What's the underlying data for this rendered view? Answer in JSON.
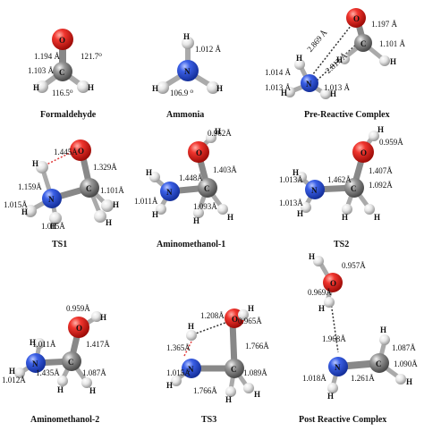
{
  "panels": {
    "formaldehyde": {
      "title": "Formaldehyde",
      "atoms": {
        "o": "O",
        "c": "C",
        "h1": "H",
        "h2": "H"
      },
      "labels": {
        "co": "1.194 Å",
        "ch": "1.103 Å",
        "a1": "121.7⁰",
        "a2": "116.5⁰"
      }
    },
    "ammonia": {
      "title": "Ammonia",
      "atoms": {
        "n": "N",
        "h1": "H",
        "h2": "H",
        "h3": "H"
      },
      "labels": {
        "nh": "1.012 Å",
        "a1": "106.9 ⁰"
      }
    },
    "pre": {
      "title": "Pre-Reactive Complex",
      "atoms": {
        "o": "O",
        "c": "C",
        "n": "N",
        "h1": "H",
        "h2": "H",
        "h3": "H",
        "h4": "H",
        "h5": "H"
      },
      "labels": {
        "d1": "2.869 Å",
        "d2": "2.817 Å",
        "co": "1.197 Å",
        "ch": "1.101 Å",
        "nh1": "1.014 Å",
        "nh2": "1.013 Å",
        "nh3": "1.013 Å"
      }
    },
    "ts1": {
      "title": "TS1",
      "atoms": {
        "o": "O",
        "c": "C",
        "n": "N",
        "h1": "H",
        "h2": "H",
        "h3": "H",
        "h4": "H",
        "h5": "H"
      },
      "labels": {
        "oh": "1.445Å",
        "co": "1.329Å",
        "nh": "1.159Å",
        "ch": "1.101Å",
        "nh2": "1.015Å",
        "nh3": "1.015Å"
      }
    },
    "am1": {
      "title": "Aminomethanol-1",
      "atoms": {
        "o": "O",
        "c": "C",
        "n": "N",
        "h1": "H",
        "h2": "H",
        "h3": "H",
        "h4": "H",
        "h5": "H"
      },
      "labels": {
        "oh": "0.962Å",
        "co": "1.403Å",
        "cn": "1.448Å",
        "nh": "1.011Å",
        "ch": "1.093Å"
      }
    },
    "ts2": {
      "title": "TS2",
      "atoms": {
        "o": "O",
        "c": "C",
        "n": "N",
        "h1": "H",
        "h2": "H",
        "h3": "H",
        "h4": "H",
        "h5": "H"
      },
      "labels": {
        "oh": "0.959Å",
        "co": "1.407Å",
        "cn": "1.462Å",
        "nh1": "1.013Å",
        "ch": "1.092Å",
        "nh2": "1.013Å"
      }
    },
    "am2": {
      "title": "Aminomethanol-2",
      "atoms": {
        "o": "O",
        "c": "C",
        "n": "N",
        "h1": "H",
        "h2": "H",
        "h3": "H",
        "h4": "H",
        "h5": "H"
      },
      "labels": {
        "oh": "0.959Å",
        "nh": "1.011Å",
        "co": "1.417Å",
        "cn": "1.435Å",
        "nh2": "1.012Å",
        "ch": "1.087Å"
      }
    },
    "ts3": {
      "title": "TS3",
      "atoms": {
        "o": "O",
        "c": "C",
        "n": "N",
        "h1": "H",
        "h2": "H",
        "h3": "H",
        "h4": "H",
        "h5": "H"
      },
      "labels": {
        "oh1": "1.208Å",
        "oh2": "0.965Å",
        "nh": "1.365Å",
        "co": "1.766Å",
        "nh2": "1.015Å",
        "cn": "1.766Å",
        "ch": "1.089Å"
      }
    },
    "post": {
      "title": "Post Reactive Complex",
      "atoms": {
        "o": "O",
        "c": "C",
        "n": "N",
        "h1": "H",
        "h2": "H",
        "h3": "H",
        "h4": "H",
        "h5": "H"
      },
      "labels": {
        "oh1": "0.957Å",
        "oh2": "0.969Å",
        "hn": "1.968Å",
        "ch1": "1.087Å",
        "nh": "1.018Å",
        "cn": "1.261Å",
        "ch2": "1.090Å"
      }
    }
  },
  "colors": {
    "oxygen": "#e8231f",
    "carbon": "#8a8a8a",
    "nitrogen": "#2f56e0",
    "hydrogen": "#eeeeee",
    "dotted": "#333333",
    "red_dotted": "#e03a3a"
  }
}
